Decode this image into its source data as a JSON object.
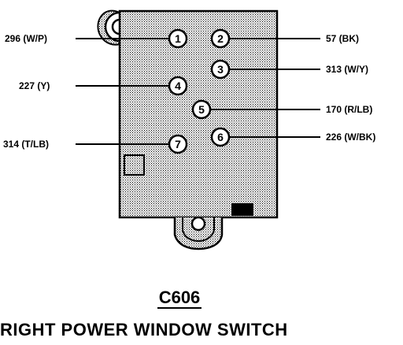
{
  "connector": {
    "id": "C606",
    "name": "RIGHT POWER WINDOW SWITCH"
  },
  "pins": [
    {
      "number": "1",
      "wire": "296 (W/P)"
    },
    {
      "number": "2",
      "wire": "57 (BK)"
    },
    {
      "number": "3",
      "wire": "313 (W/Y)"
    },
    {
      "number": "4",
      "wire": "227 (Y)"
    },
    {
      "number": "5",
      "wire": "170 (R/LB)"
    },
    {
      "number": "6",
      "wire": "226 (W/BK)"
    },
    {
      "number": "7",
      "wire": "314 (T/LB)"
    }
  ]
}
